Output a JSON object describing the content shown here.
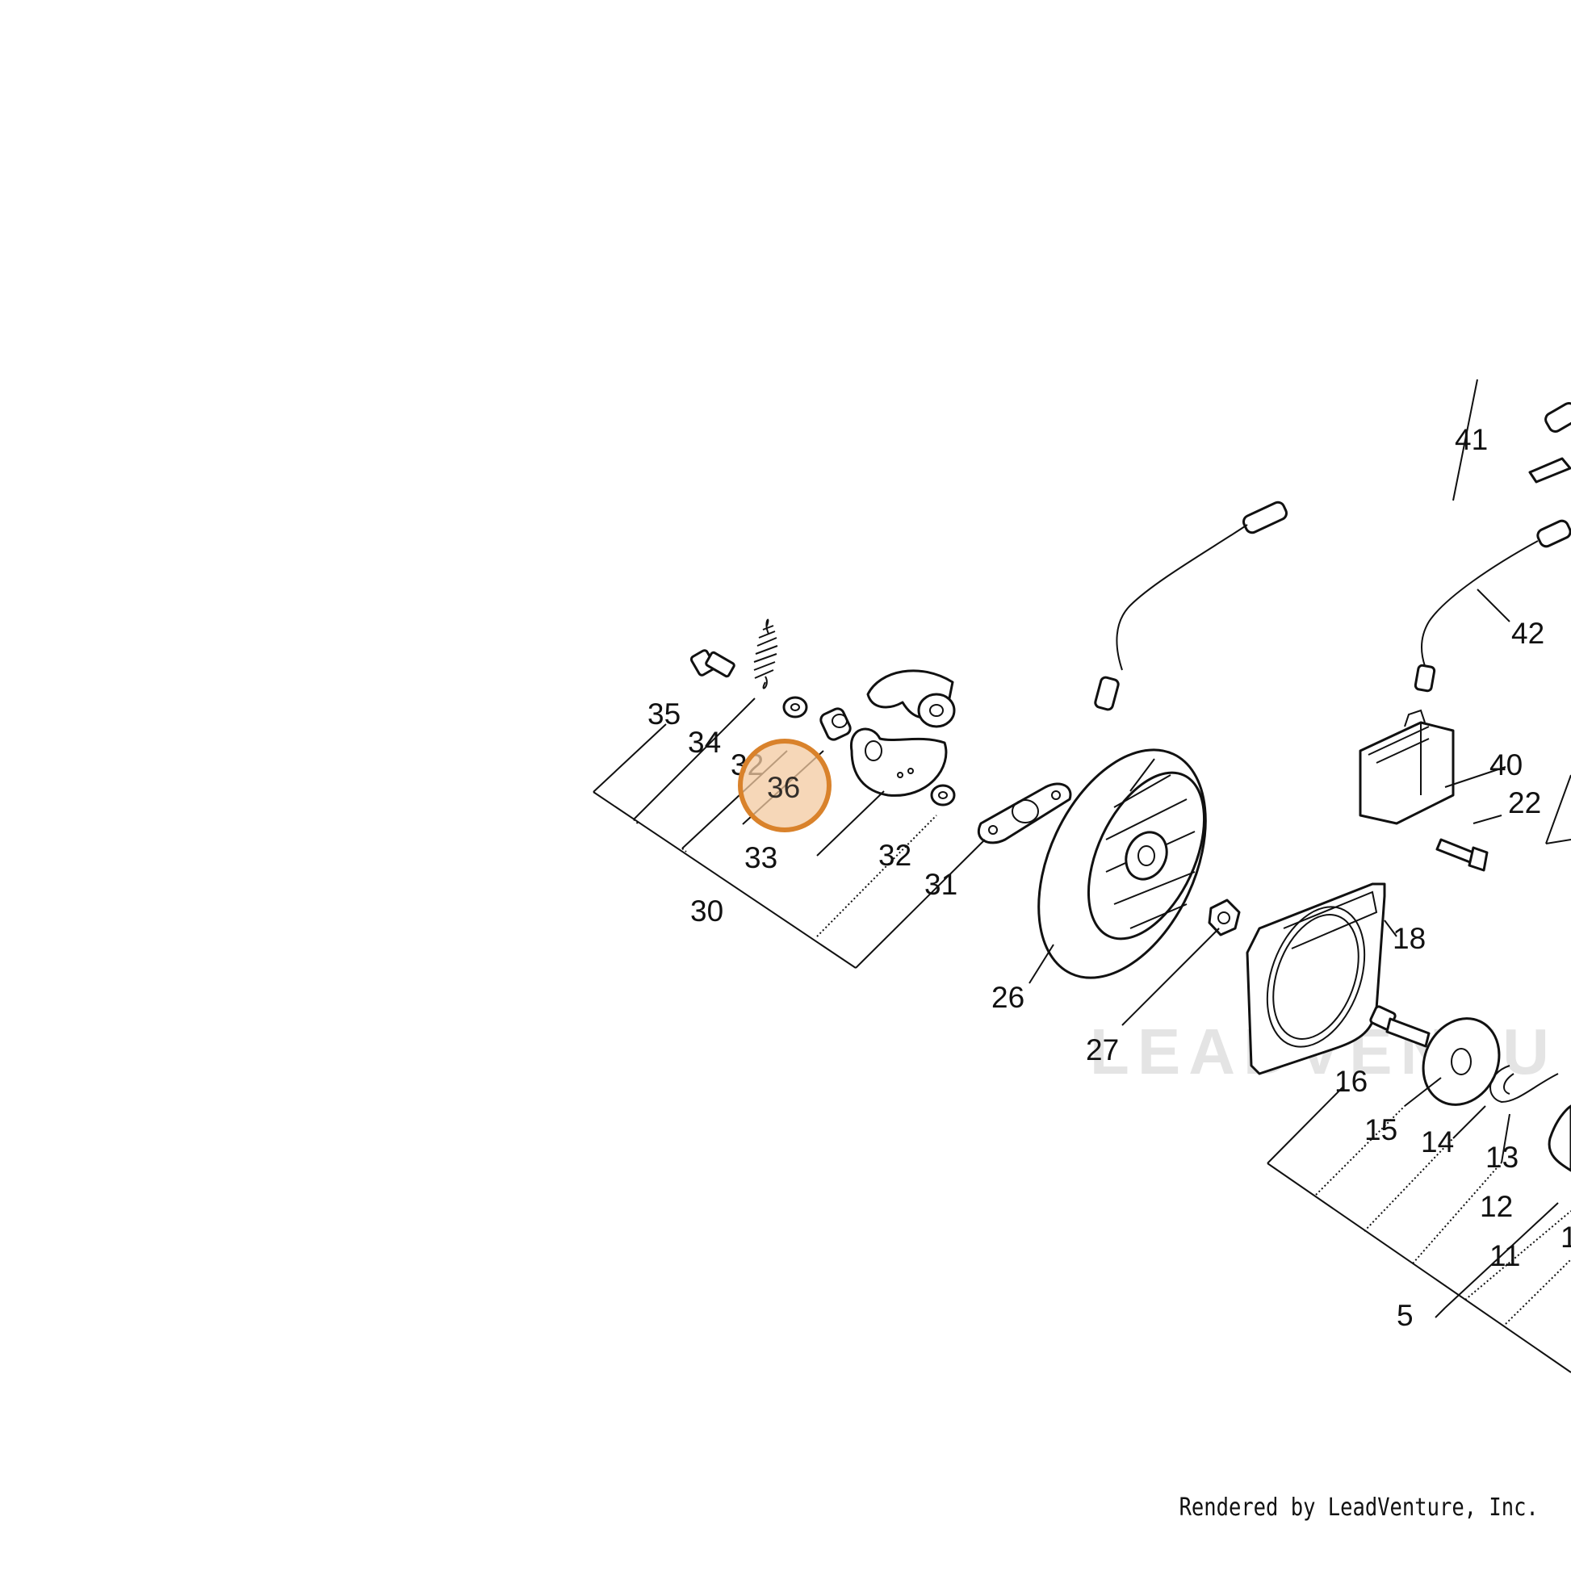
{
  "diagram": {
    "highlight": {
      "label": "36",
      "color": "#D9822B",
      "fill": "#F3C9A0"
    },
    "callouts": [
      "35",
      "34",
      "32",
      "36",
      "33",
      "30",
      "32",
      "31",
      "26",
      "27",
      "41",
      "42",
      "40",
      "22",
      "18",
      "16",
      "15",
      "14",
      "13",
      "12",
      "11",
      "1",
      "5"
    ],
    "watermark": "LEADVENTU"
  },
  "footer": {
    "credit": "Rendered by LeadVenture, Inc."
  }
}
